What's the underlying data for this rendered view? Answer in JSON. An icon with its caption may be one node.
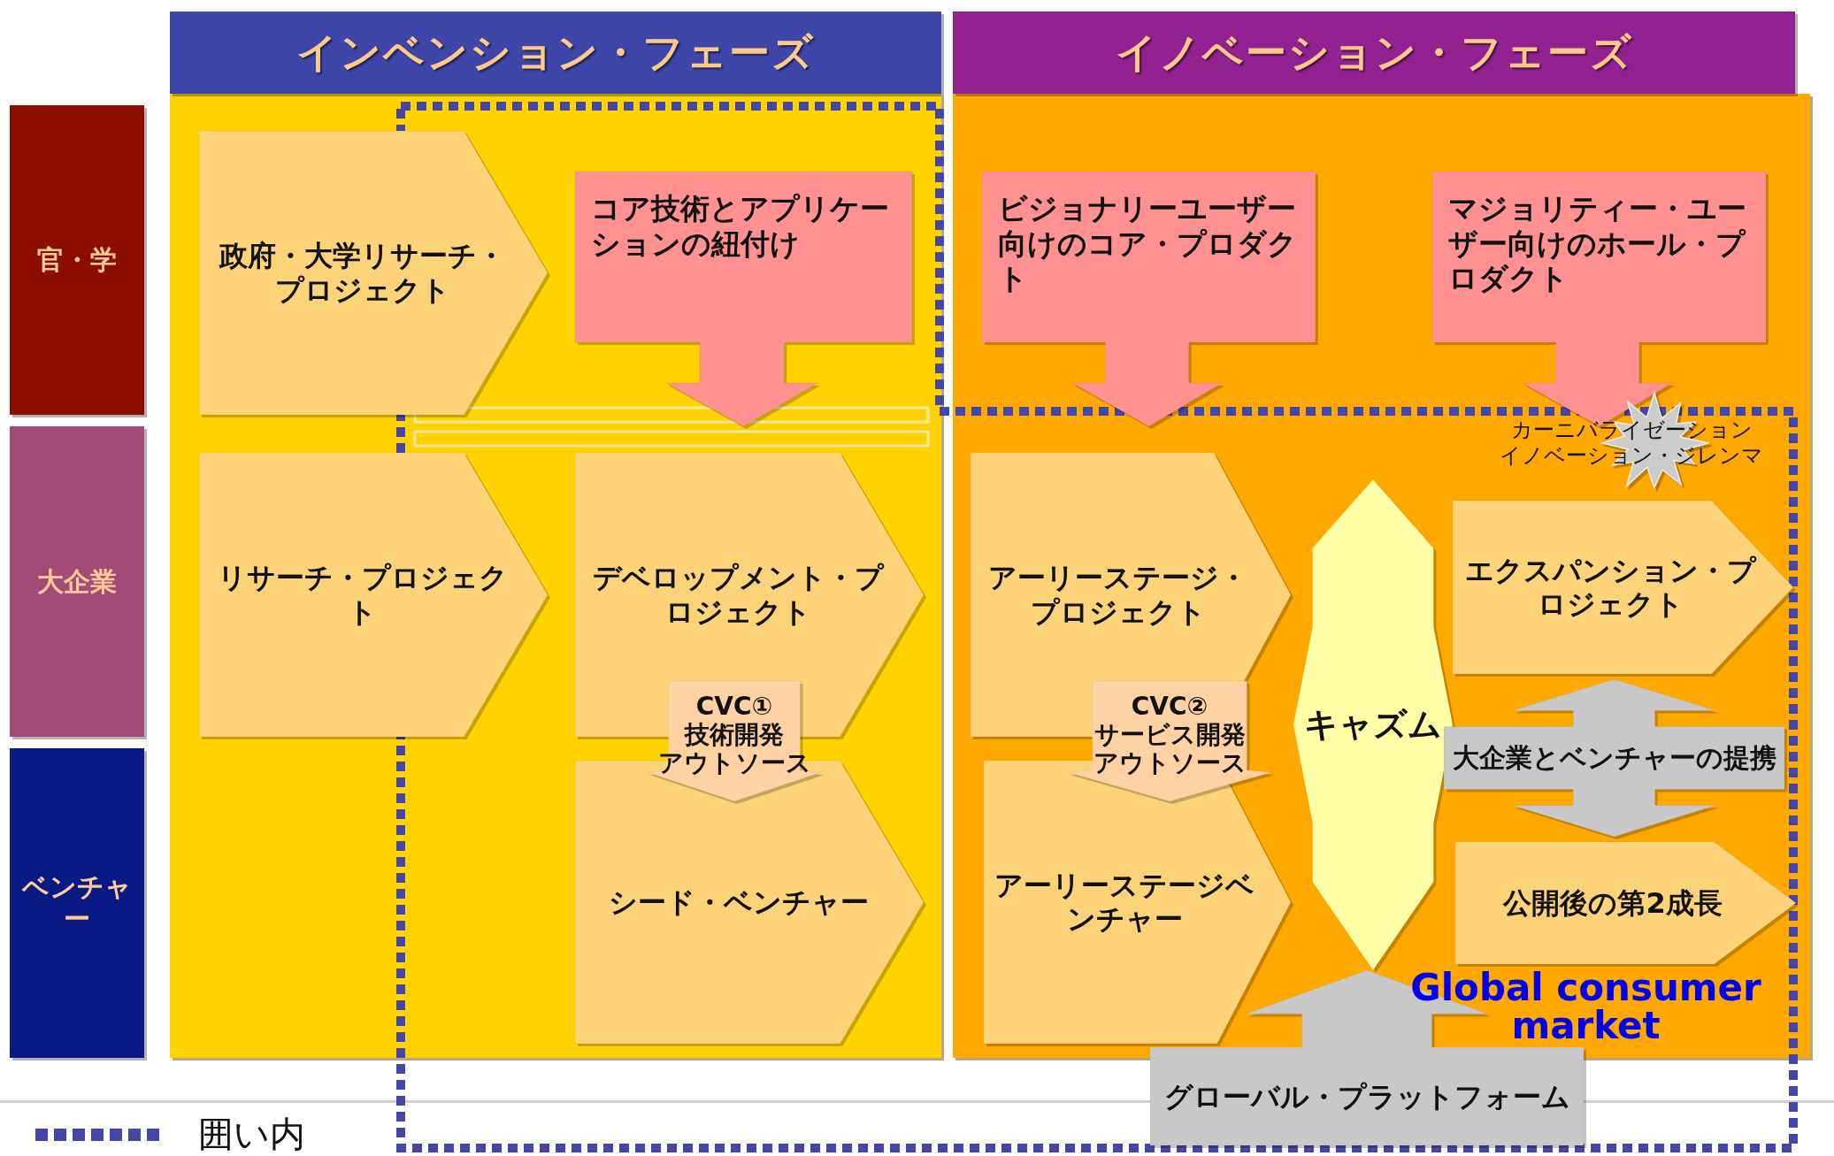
{
  "diagram": {
    "nodes": [
      {
        "text": [
          "インベンション・フェーズ"
        ]
      },
      {
        "text": [
          "イノベーション・フェーズ"
        ]
      },
      {
        "text": [
          "官・学"
        ]
      },
      {
        "text": [
          "大企業"
        ]
      },
      {
        "text": [
          "ベンチャー"
        ]
      },
      {
        "text": [],
        "shape": "box"
      },
      {
        "text": [
          "政府・大学リサーチ・プロジェクト"
        ],
        "in": 5
      },
      {
        "text": [
          "コア技術とアプリケーションの紐付け"
        ],
        "in": 5
      },
      {
        "text": [
          "リサーチ・プロジェクト"
        ],
        "in": 5
      },
      {
        "text": [
          "デベロップメント・プロジェクト"
        ],
        "in": 5
      },
      {
        "text": [
          "CVC①",
          "技術開発",
          "アウトソース"
        ],
        "in": 5
      },
      {
        "text": [
          "シード・ベンチャー"
        ],
        "in": 5
      },
      {
        "text": [],
        "shape": "box"
      },
      {
        "text": [
          "ビジョナリーユーザー向けのコア・プロダクト"
        ],
        "in": 12
      },
      {
        "text": [
          "マジョリティー・ユーザー向けのホール・プロダクト"
        ],
        "in": 12
      },
      {
        "text": [
          "アーリーステージ・プロジェクト"
        ],
        "in": 12
      },
      {
        "text": [
          "エクスパンション・プロジェクト"
        ],
        "in": 12
      },
      {
        "text": [
          "CVC②",
          "サービス開発",
          "アウトソース"
        ],
        "in": 12
      },
      {
        "text": [
          "キャズム"
        ],
        "in": 12
      },
      {
        "text": [
          "大企業とベンチャーの提携"
        ],
        "in": 12
      },
      {
        "text": [
          "アーリーステージベンチャー"
        ],
        "in": 12
      },
      {
        "text": [
          "公開後の第2成長"
        ],
        "in": 12
      },
      {
        "text": [
          "カーニバライゼーション",
          "イノベーション・ジレンマ"
        ],
        "in": 12
      },
      {
        "text": [
          "グローバル・プラットフォーム"
        ]
      }
    ],
    "labels": [
      "Global consumer market"
    ],
    "legend": [
      {
        "text": "囲い内"
      }
    ]
  }
}
